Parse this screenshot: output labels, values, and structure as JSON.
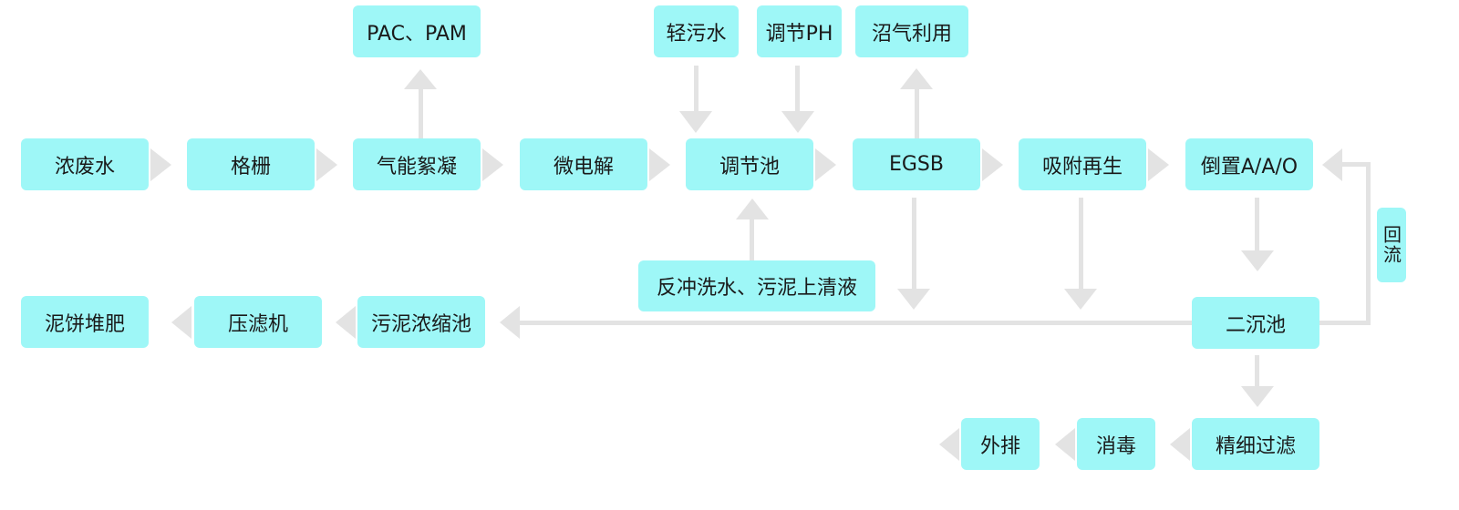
{
  "nodes": {
    "raw": "浓废水",
    "grid": "格栅",
    "floc": "气能絮凝",
    "micro": "微电解",
    "adjust": "调节池",
    "egsb": "EGSB",
    "adsorb": "吸附再生",
    "aao": "倒置A/A/O",
    "pac": "PAC、PAM",
    "light": "轻污水",
    "ph": "调节PH",
    "biogas": "沼气利用",
    "backwash": "反冲洗水、污泥上清液",
    "cake": "泥饼堆肥",
    "press": "压滤机",
    "thicken": "污泥浓缩池",
    "settle": "二沉池",
    "reflux": "回流",
    "discharge": "外排",
    "disinfect": "消毒",
    "fine": "精细过滤"
  },
  "colors": {
    "node_fill": "#9ef7f7",
    "connector": "#e3e3e3",
    "text": "#1a1a1a"
  }
}
